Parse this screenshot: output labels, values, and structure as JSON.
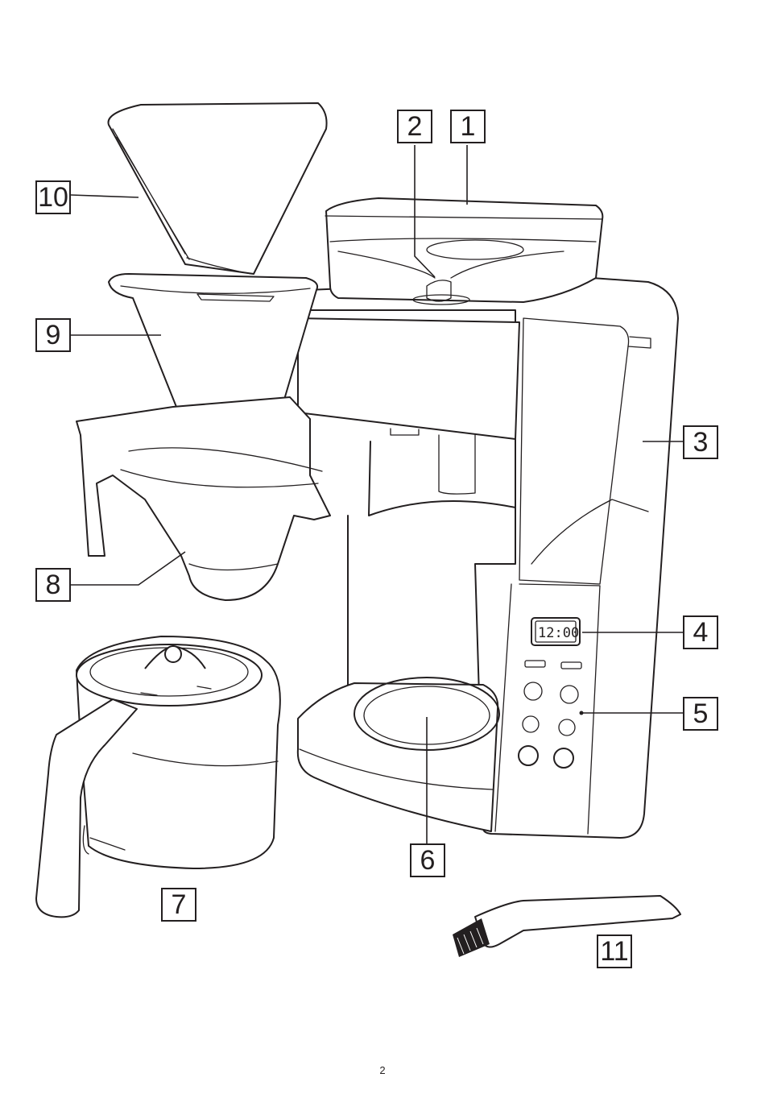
{
  "callouts": [
    {
      "id": "1",
      "label": "1"
    },
    {
      "id": "2",
      "label": "2"
    },
    {
      "id": "3",
      "label": "3"
    },
    {
      "id": "4",
      "label": "4"
    },
    {
      "id": "5",
      "label": "5"
    },
    {
      "id": "6",
      "label": "6"
    },
    {
      "id": "7",
      "label": "7"
    },
    {
      "id": "8",
      "label": "8"
    },
    {
      "id": "9",
      "label": "9"
    },
    {
      "id": "10",
      "label": "10"
    },
    {
      "id": "11",
      "label": "11"
    }
  ],
  "display": {
    "time": "12:00"
  },
  "page_number": "2"
}
